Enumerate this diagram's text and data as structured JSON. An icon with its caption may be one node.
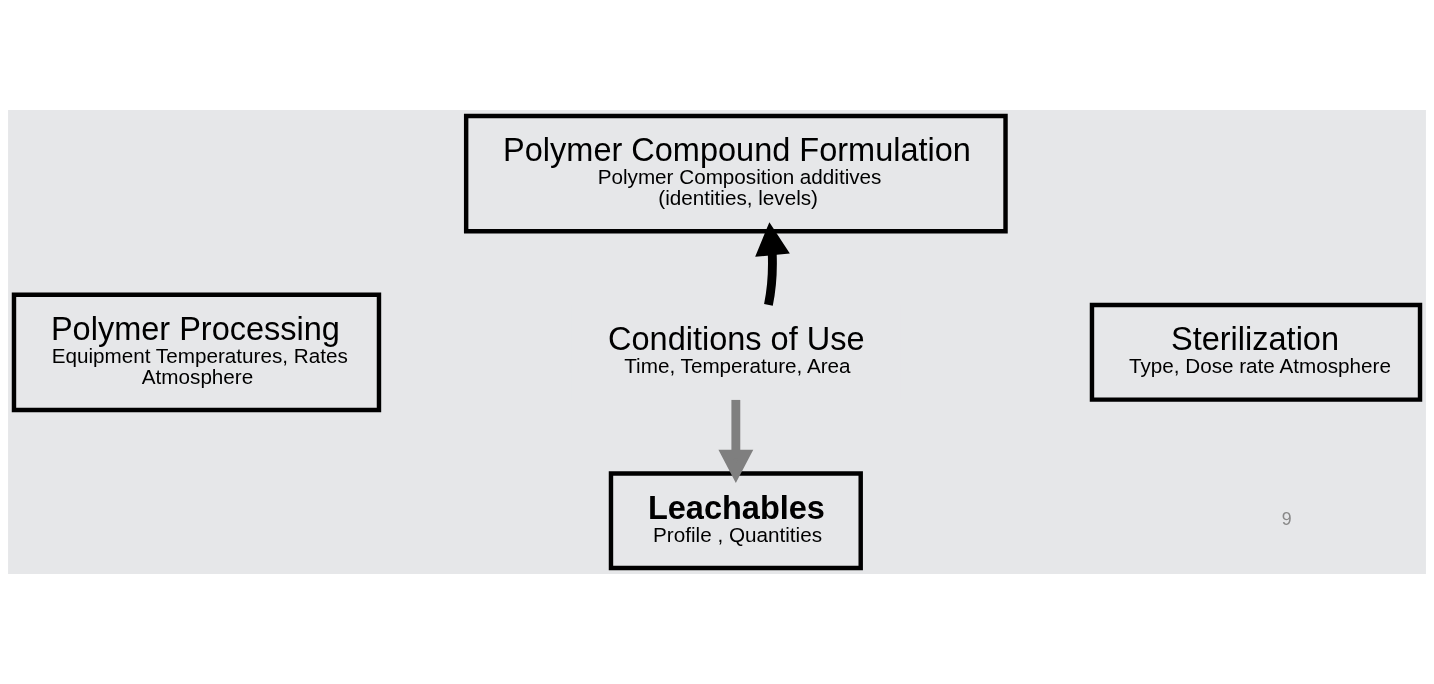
{
  "diagram": {
    "nodes": [
      {
        "text": [
          "Polymer Compound Formulation",
          "Polymer Composition additives (identities, levels)"
        ]
      },
      {
        "text": [
          "Polymer Processing",
          "Equipment Temperatures, Rates Atmosphere"
        ]
      },
      {
        "text": [
          "Sterilization",
          "Type, Dose rate Atmosphere"
        ]
      },
      {
        "text": [
          "Conditions of Use",
          "Time, Temperature, Area"
        ]
      },
      {
        "text": [
          "Leachables",
          "Profile , Quantities"
        ]
      }
    ],
    "edges": [
      {
        "from": 3,
        "to": 0,
        "arrow": "to"
      },
      {
        "from": 3,
        "to": 4,
        "arrow": "to",
        "color": "#7f7f7f"
      }
    ],
    "labels": [
      "9"
    ]
  }
}
